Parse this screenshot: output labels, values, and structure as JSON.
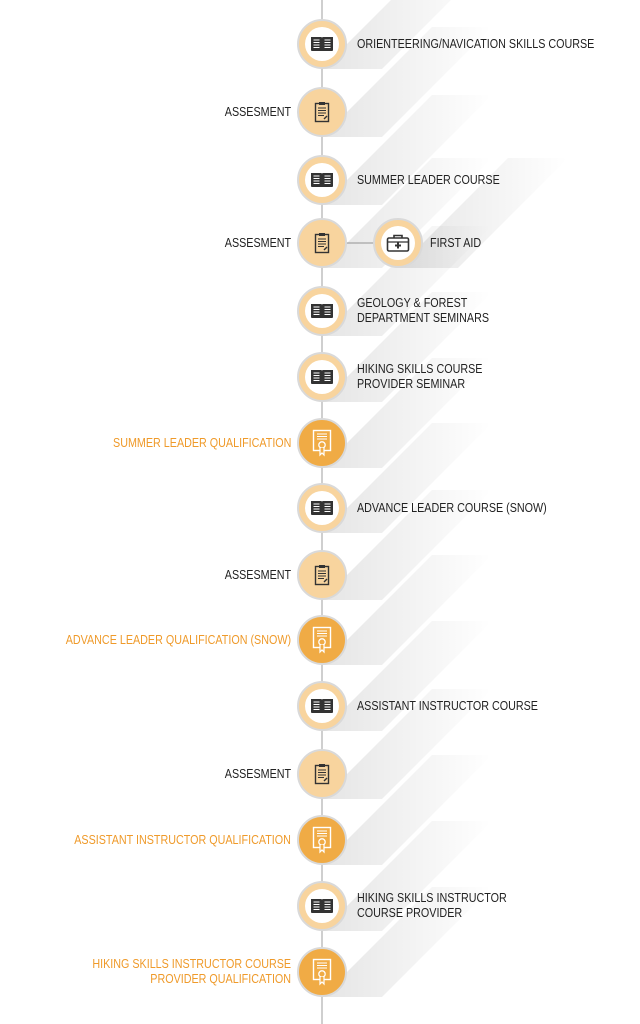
{
  "colors": {
    "line": "#cfcfcf",
    "peach": "#f8d49e",
    "orange": "#f0ab45",
    "qual_text": "#ef9a2a"
  },
  "steps": [
    {
      "type": "course",
      "icon": "book-icon",
      "lines": [
        "ORIENTEERING/NAVICATION SKILLS COURSE"
      ]
    },
    {
      "type": "assess",
      "icon": "clipboard-icon",
      "lines": [
        "ASSESMENT"
      ]
    },
    {
      "type": "course",
      "icon": "book-icon",
      "lines": [
        "SUMMER LEADER COURSE"
      ]
    },
    {
      "type": "assess",
      "icon": "clipboard-icon",
      "lines": [
        "ASSESMENT"
      ]
    },
    {
      "type": "course",
      "icon": "book-icon",
      "lines": [
        "GEOLOGY & FOREST",
        "DEPARTMENT SEMINARS"
      ]
    },
    {
      "type": "course",
      "icon": "book-icon",
      "lines": [
        "HIKING SKILLS COURSE",
        "PROVIDER SEMINAR"
      ]
    },
    {
      "type": "qual",
      "icon": "certificate-icon",
      "lines": [
        "SUMMER LEADER QUALIFICATION"
      ]
    },
    {
      "type": "course",
      "icon": "book-icon",
      "lines": [
        "ADVANCE LEADER COURSE (SNOW)"
      ]
    },
    {
      "type": "assess",
      "icon": "clipboard-icon",
      "lines": [
        "ASSESMENT"
      ]
    },
    {
      "type": "qual",
      "icon": "certificate-icon",
      "lines": [
        "ADVANCE LEADER QUALIFICATION (SNOW)"
      ]
    },
    {
      "type": "course",
      "icon": "book-icon",
      "lines": [
        "ASSISTANT INSTRUCTOR COURSE"
      ]
    },
    {
      "type": "assess",
      "icon": "clipboard-icon",
      "lines": [
        "ASSESMENT"
      ]
    },
    {
      "type": "qual",
      "icon": "certificate-icon",
      "lines": [
        "ASSISTANT INSTRUCTOR QUALIFICATION"
      ]
    },
    {
      "type": "course",
      "icon": "book-icon",
      "lines": [
        "HIKING SKILLS INSTRUCTOR",
        "COURSE PROVIDER"
      ]
    },
    {
      "type": "qual",
      "icon": "certificate-icon",
      "lines": [
        "HIKING SKILLS INSTRUCTOR COURSE",
        "PROVIDER QUALIFICATION"
      ]
    }
  ],
  "branch": {
    "type": "course",
    "icon": "first-aid-kit-icon",
    "lines": [
      "FIRST AID"
    ]
  }
}
